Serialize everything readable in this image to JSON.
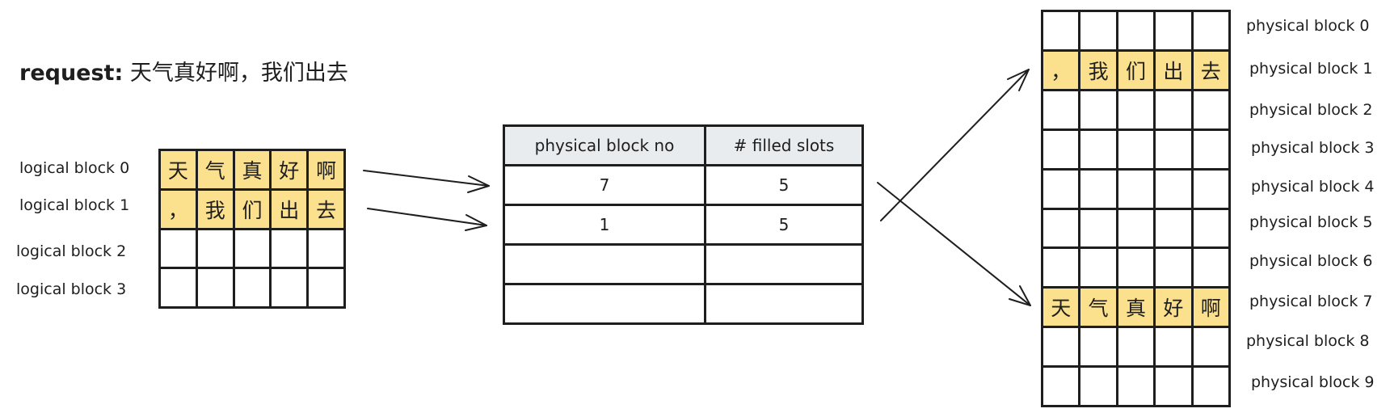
{
  "request": {
    "label": "request:",
    "text": "天气真好啊，我们出去"
  },
  "logical": {
    "labels": [
      "logical block 0",
      "logical block 1",
      "logical block 2",
      "logical block 3"
    ],
    "rows": [
      [
        "天",
        "气",
        "真",
        "好",
        "啊"
      ],
      [
        "，",
        "我",
        "们",
        "出",
        "去"
      ],
      [
        "",
        "",
        "",
        "",
        ""
      ],
      [
        "",
        "",
        "",
        "",
        ""
      ]
    ]
  },
  "table": {
    "headers": [
      "physical block no",
      "# filled slots"
    ],
    "rows": [
      [
        "7",
        "5"
      ],
      [
        "1",
        "5"
      ],
      [
        "",
        ""
      ],
      [
        "",
        ""
      ]
    ]
  },
  "physical": {
    "labels": [
      "physical block 0",
      "physical block 1",
      "physical block 2",
      "physical block 3",
      "physical block 4",
      "physical block 5",
      "physical block 6",
      "physical block 7",
      "physical block 8",
      "physical block 9"
    ],
    "rows": [
      [
        "",
        "",
        "",
        "",
        ""
      ],
      [
        "，",
        "我",
        "们",
        "出",
        "去"
      ],
      [
        "",
        "",
        "",
        "",
        ""
      ],
      [
        "",
        "",
        "",
        "",
        ""
      ],
      [
        "",
        "",
        "",
        "",
        ""
      ],
      [
        "",
        "",
        "",
        "",
        ""
      ],
      [
        "",
        "",
        "",
        "",
        ""
      ],
      [
        "天",
        "气",
        "真",
        "好",
        "啊"
      ],
      [
        "",
        "",
        "",
        "",
        ""
      ],
      [
        "",
        "",
        "",
        "",
        ""
      ]
    ]
  },
  "colors": {
    "filled": "#fbe08e",
    "header": "#e9ecef",
    "stroke": "#1e1e1e"
  }
}
